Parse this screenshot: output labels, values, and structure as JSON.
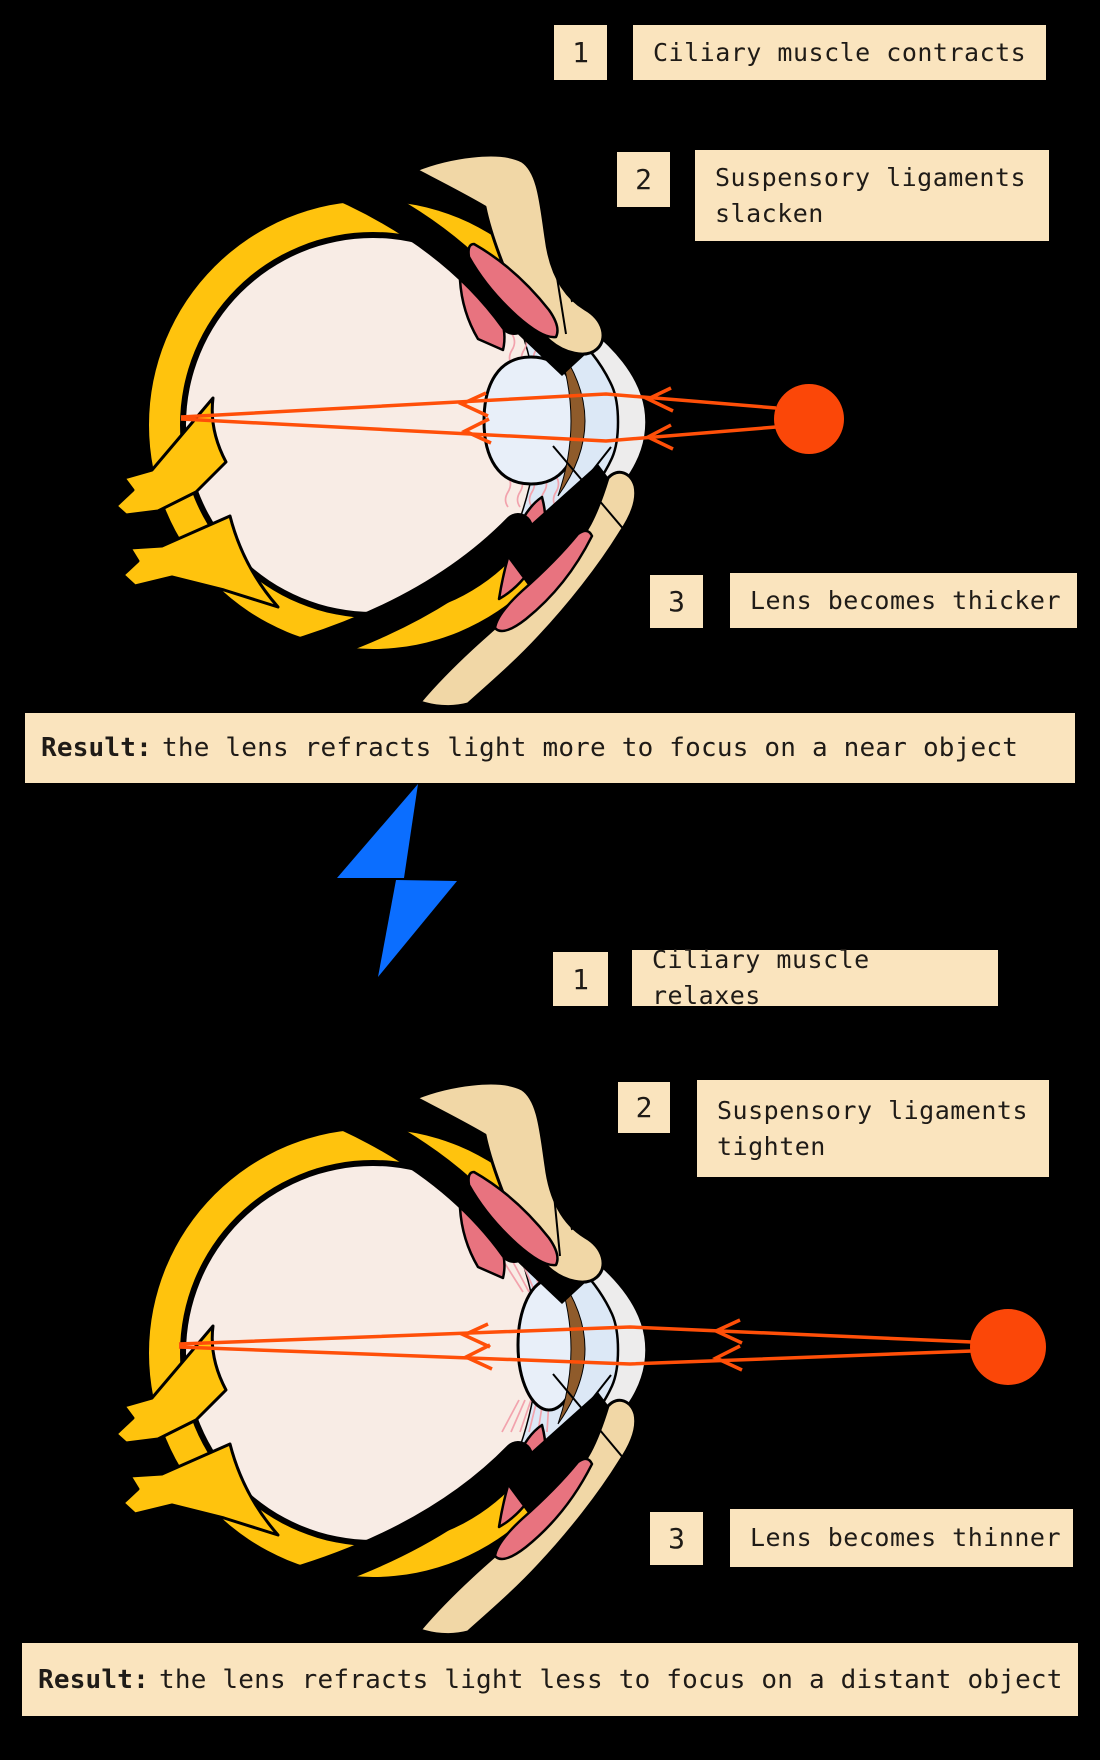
{
  "colors": {
    "label_bg": "#FAE4BE",
    "text": "#1F1B17",
    "sclera_yellow": "#FFC30D",
    "interior": "#F8ECE5",
    "lens_blue": "#E8EFF9",
    "aqueous_blue": "#DCE8F6",
    "cornea": "#EDECEC",
    "iris_brown": "#8F5B2B",
    "muscle_pink": "#E8737F",
    "ligament_pink": "#F2A3AD",
    "bone_tan": "#F1D7A6",
    "ray_orange": "#FF4F08",
    "object_orange": "#FB4708",
    "bolt_blue": "#0B6EFF"
  },
  "divider_icon": "lightning-bolt",
  "near": {
    "steps": [
      {
        "num": "1",
        "label": "Ciliary muscle contracts"
      },
      {
        "num": "2",
        "label": "Suspensory ligaments slacken"
      },
      {
        "num": "3",
        "label": "Lens becomes thicker"
      }
    ],
    "result_prefix": "Result:",
    "result_text": "the lens refracts light more to focus on a near object"
  },
  "far": {
    "steps": [
      {
        "num": "1",
        "label": "Ciliary muscle relaxes"
      },
      {
        "num": "2",
        "label": "Suspensory ligaments tighten"
      },
      {
        "num": "3",
        "label": "Lens becomes thinner"
      }
    ],
    "result_prefix": "Result:",
    "result_text": "the lens refracts light less to focus on a distant object"
  }
}
